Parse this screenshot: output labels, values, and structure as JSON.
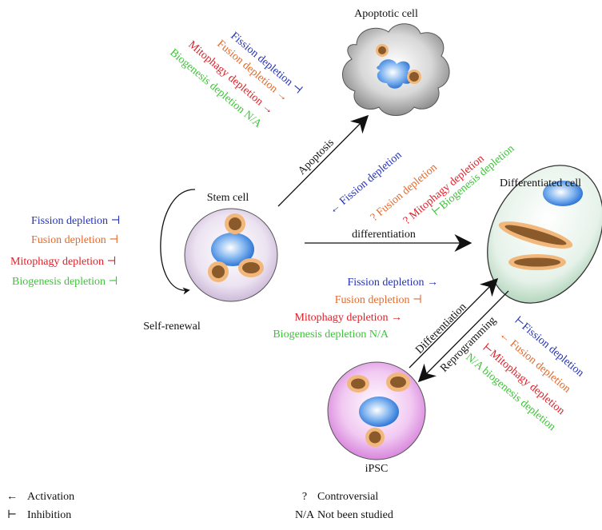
{
  "colors": {
    "fission": "#2432b4",
    "fusion": "#e4692a",
    "mitophagy": "#e01e26",
    "biogenesis": "#3cc436",
    "black": "#111111"
  },
  "cells": {
    "apoptotic": "Apoptotic cell",
    "stem": "Stem cell",
    "differentiated": "Differentiated cell",
    "ipsc": "iPSC"
  },
  "processes": {
    "apoptosis": "Apoptosis",
    "differentiation_main": "differentiation",
    "self_renewal": "Self-renewal",
    "differentiation_ipsc": "Differentiation",
    "reprogramming": "Reprogramming"
  },
  "apoptosis_effects": {
    "fission": "Fission depletion ⊣",
    "fusion": "Fusion depletion →",
    "mitophagy": "Mitophagy depletion →",
    "biogenesis": "Biogenesis depletion N/A"
  },
  "differentiation_effects": {
    "fission": "← Fission depletion",
    "fusion": "? Fusion depletion",
    "mitophagy": "? Mitophagy depletion",
    "biogenesis": "⊢Biogenesis depletion"
  },
  "self_renewal_effects": {
    "fission": "Fission depletion ⊣",
    "fusion": "Fusion depletion ⊣",
    "mitophagy": "Mitophagy depletion ⊣",
    "biogenesis": "Biogenesis depletion ⊣"
  },
  "ipsc_differentiation_effects": {
    "fission": "Fission depletion →",
    "fusion": "Fusion depletion ⊣",
    "mitophagy": "Mitophagy depletion →",
    "biogenesis": "Biogenesis depletion N/A"
  },
  "reprogramming_effects": {
    "fission": "⊢Fission depletion",
    "fusion": "← Fusion depletion",
    "mitophagy": "⊢Mitophagy depletion",
    "biogenesis": "N/A biogenesis depletion"
  },
  "legend": {
    "activation_symbol": "←",
    "activation_label": "Activation",
    "inhibition_symbol": "⊢",
    "inhibition_label": "Inhibition",
    "controversial_symbol": "?",
    "controversial_label": "Controversial",
    "na_symbol": "N/A",
    "na_label": "Not been studied"
  }
}
